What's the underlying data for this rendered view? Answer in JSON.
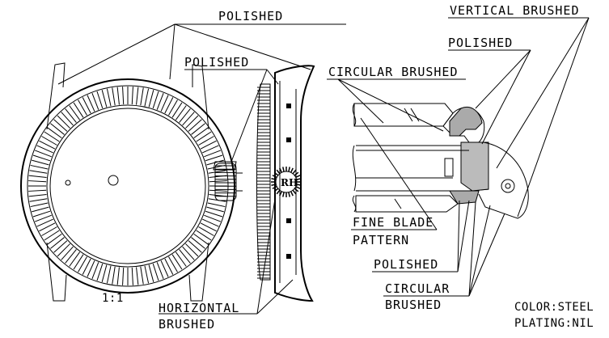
{
  "labels": {
    "polished_top": "POLISHED",
    "polished_left": "POLISHED",
    "circular_brushed_top": "CIRCULAR BRUSHED",
    "vertical_brushed": "VERTICAL BRUSHED",
    "polished_right_top": "POLISHED",
    "fine_blade_1": "FINE BLADE",
    "fine_blade_2": "PATTERN",
    "polished_right_bottom": "POLISHED",
    "circular_brushed_bottom_1": "CIRCULAR",
    "circular_brushed_bottom_2": "BRUSHED",
    "horizontal_brushed_1": "HORIZONTAL",
    "horizontal_brushed_2": "BRUSHED",
    "scale": "1:1",
    "color_note": "COLOR:STEEL",
    "plating_note": "PLATING:NIL"
  }
}
